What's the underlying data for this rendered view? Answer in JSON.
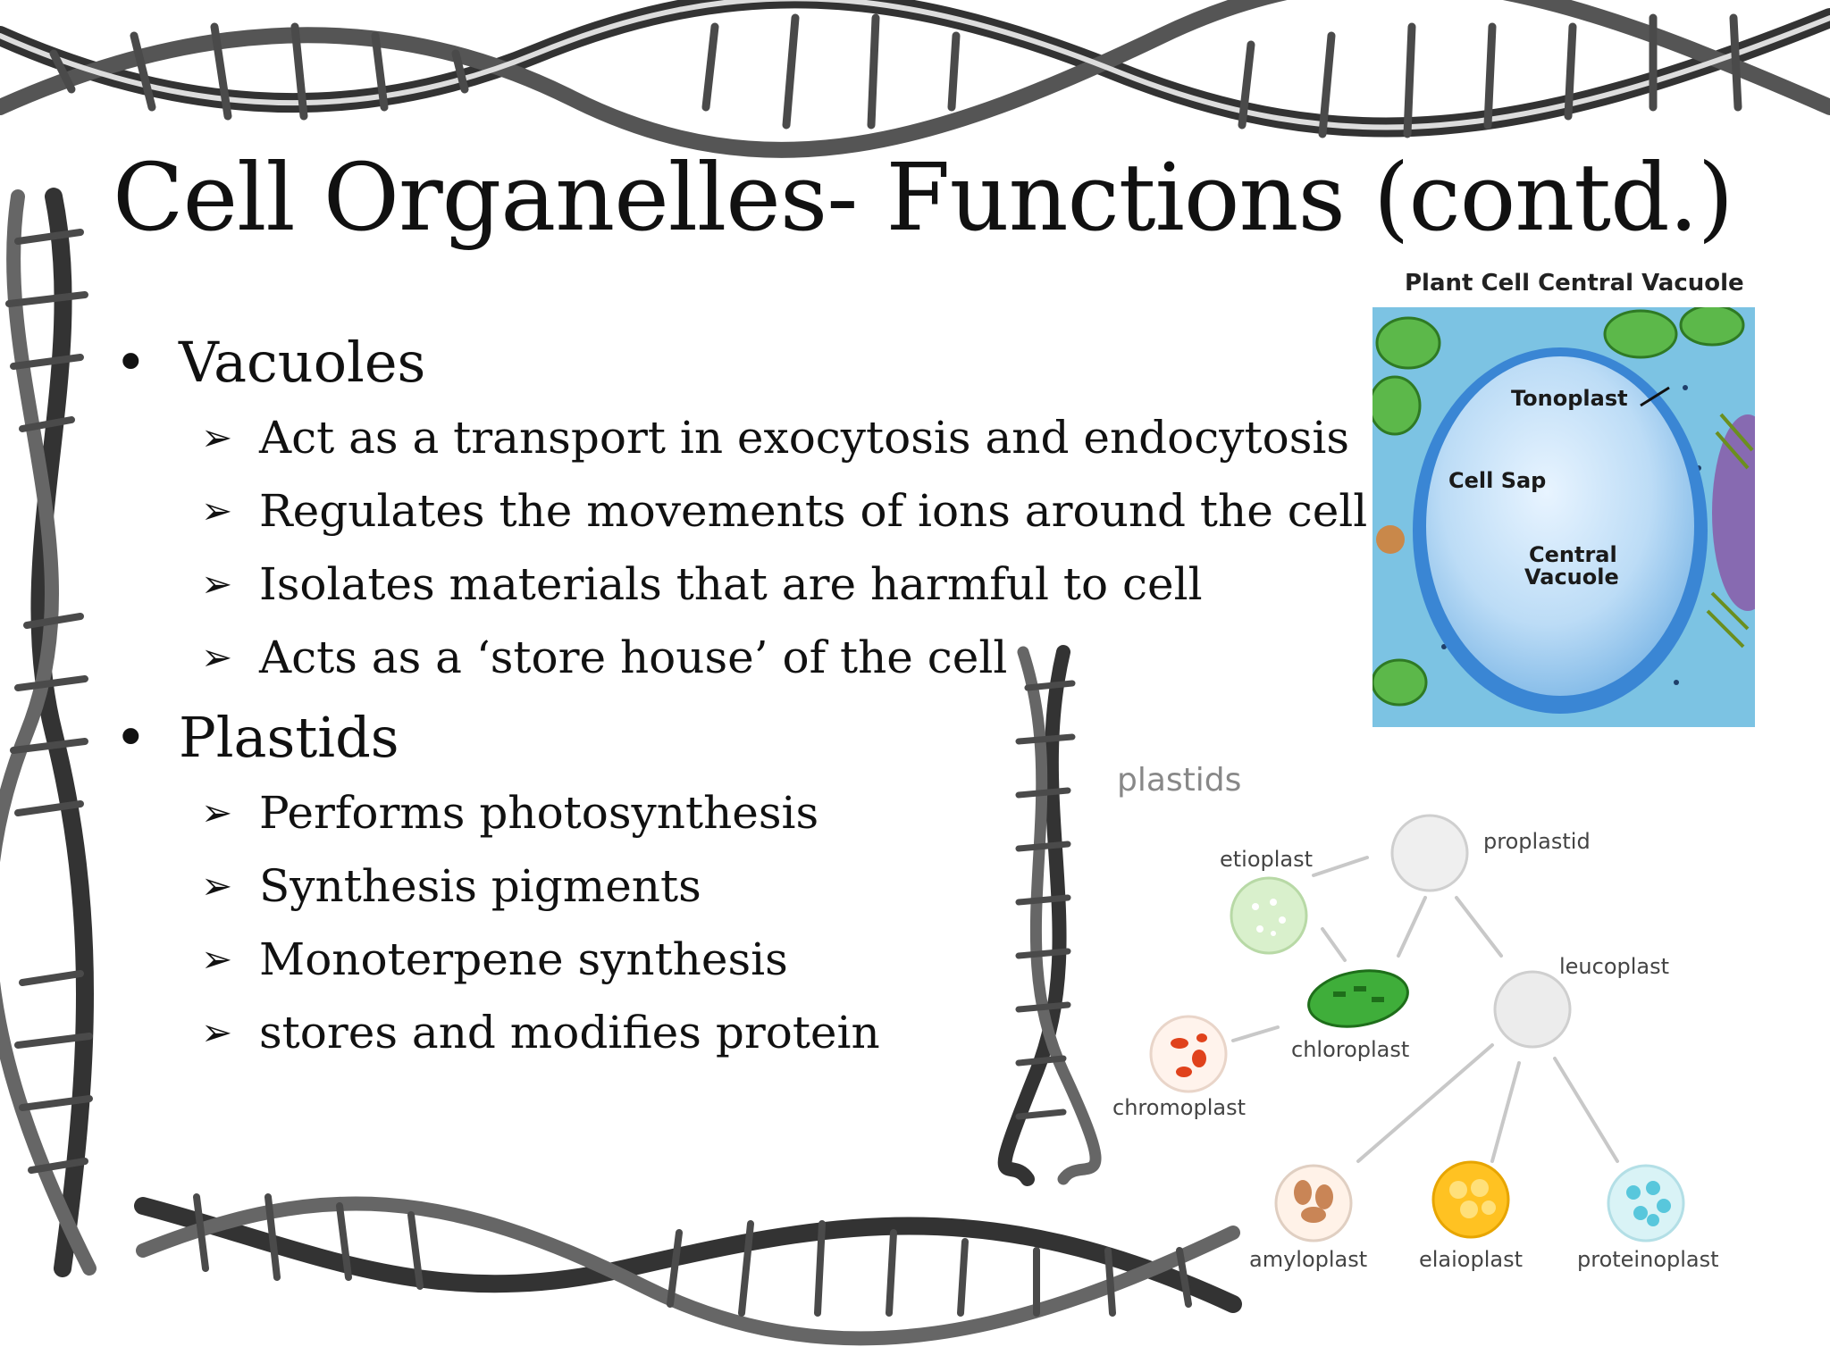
{
  "slide": {
    "title": "Cell Organelles- Functions (contd.)",
    "sections": [
      {
        "heading": "Vacuoles",
        "items": [
          "Act as a transport in exocytosis and endocytosis",
          "Regulates the movements of ions around the cell",
          "Isolates materials that are harmful to cell",
          "Acts as a ‘store house’ of the cell"
        ]
      },
      {
        "heading": "Plastids",
        "items": [
          "Performs photosynthesis",
          "Synthesis pigments",
          "Monoterpene synthesis",
          "stores and modifies protein"
        ]
      }
    ]
  },
  "vacuole_figure": {
    "title": "Plant Cell Central Vacuole",
    "labels": {
      "tonoplast": "Tonoplast",
      "cell_sap": "Cell Sap",
      "central_1": "Central",
      "central_2": "Vacuole"
    }
  },
  "plastid_diagram": {
    "title": "plastids",
    "labels": {
      "proplastid": "proplastid",
      "etioplast": "etioplast",
      "leucoplast": "leucoplast",
      "chloroplast": "chloroplast",
      "chromoplast": "chromoplast",
      "amyloplast": "amyloplast",
      "elaioplast": "elaioplast",
      "proteinoplast": "proteinoplast"
    }
  },
  "colors": {
    "text": "#111111",
    "vacuole_blue": "#4a9fe0",
    "cytoplasm": "#7cc3e3",
    "chloroplast_green": "#3fae3a"
  }
}
